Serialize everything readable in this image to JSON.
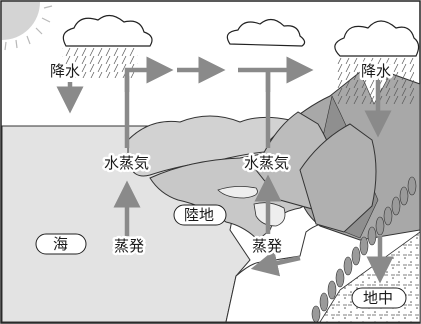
{
  "labels": {
    "rain_left": "降水",
    "rain_right": "降水",
    "vapor_left": "水蒸気",
    "vapor_center": "水蒸気",
    "evap_left": "蒸発",
    "evap_center": "蒸発",
    "sea": "海",
    "land": "陸地",
    "underground": "地中"
  },
  "colors": {
    "arrow": "#8a8a8a",
    "sea": "#e3e3e3",
    "land_light": "#d2d2d2",
    "mountain": "#a8a8a8",
    "mountain_dark": "#7a7a7a",
    "stroke": "#222222",
    "sun": "#b9b9b9"
  }
}
